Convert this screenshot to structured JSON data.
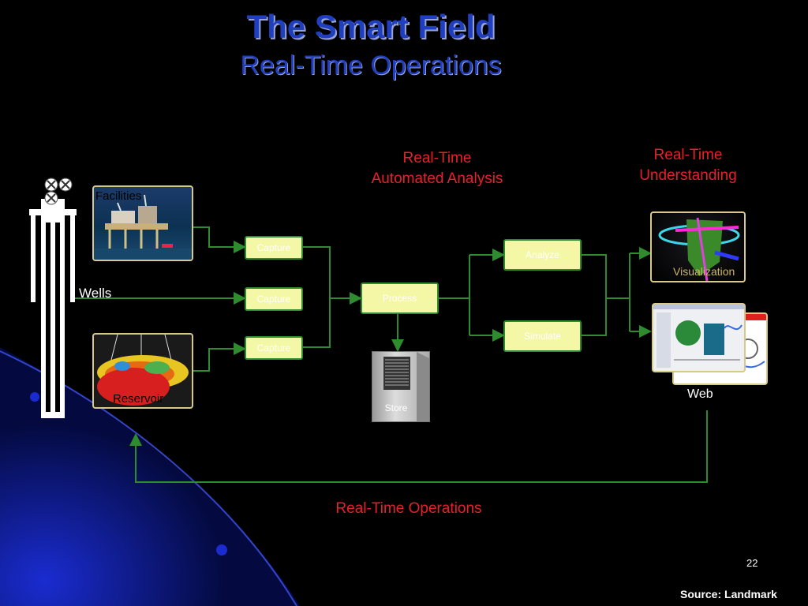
{
  "title": "The Smart Field",
  "subtitle": "Real-Time Operations",
  "labels": {
    "automated_analysis": "Real-Time\nAutomated Analysis",
    "understanding": "Real-Time\nUnderstanding",
    "operations": "Real-Time Operations",
    "wells": "Wells",
    "facilities": "Facilities",
    "reservoir": "Reservoir",
    "visualization": "Visualization",
    "web": "Web",
    "store": "Store"
  },
  "boxes": {
    "capture1": "Capture",
    "capture2": "Capture",
    "capture3": "Capture",
    "process": "Process",
    "analyze": "Analyze",
    "simulate": "Simulate"
  },
  "page_number": "22",
  "source": "Source: Landmark",
  "colors": {
    "title": "#1f3fbf",
    "red_text": "#e8202a",
    "flow_line": "#2e8b2e",
    "box_fill": "#f4f7a6"
  }
}
